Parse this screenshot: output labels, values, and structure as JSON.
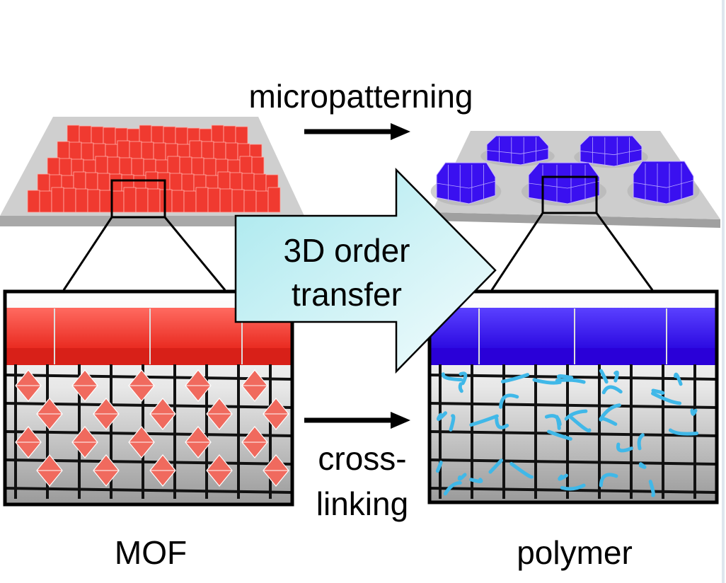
{
  "labels": {
    "top_process": "micropatterning",
    "center_arrow_line1": "3D order",
    "center_arrow_line2": "transfer",
    "bottom_process_line1": "cross-",
    "bottom_process_line2": "linking",
    "left_material": "MOF",
    "right_material": "polymer"
  },
  "colors": {
    "mof": "#f03a30",
    "polymer": "#3a10f0",
    "crosslinker": "#40b8e8",
    "arrow_fill_start": "#a8e8ee",
    "arrow_fill_end": "#f4fcfd",
    "substrate": "#c8c8c8"
  }
}
